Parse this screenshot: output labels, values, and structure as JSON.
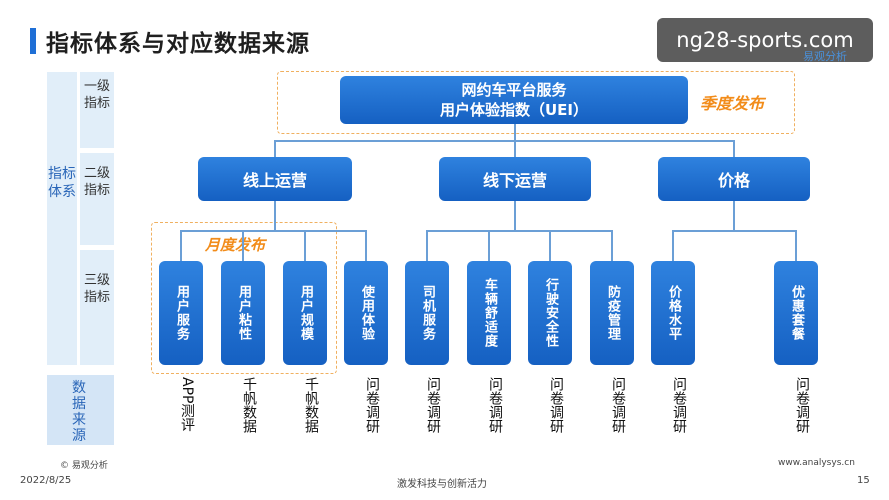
{
  "title": "指标体系与对应数据来源",
  "badge": "ng28-sports.com",
  "logo_sub": "易观分析",
  "sidebar": {
    "main": "指标体系",
    "level1": "一级指标",
    "level2": "二级指标",
    "level3": "三级指标",
    "data_source": "数据来源"
  },
  "quarterly": "季度发布",
  "monthly": "月度发布",
  "top": {
    "line1": "网约车平台服务",
    "line2": "用户体验指数（UEI）"
  },
  "level2": [
    "线上运营",
    "线下运营",
    "价格"
  ],
  "level3": [
    "用户服务",
    "用户粘性",
    "用户规模",
    "使用体验",
    "司机服务",
    "车辆舒适度",
    "行驶安全性",
    "防疫管理",
    "价格水平",
    "优惠套餐"
  ],
  "sources": [
    "APP测评",
    "千帆数据",
    "千帆数据",
    "问卷调研",
    "问卷调研",
    "问卷调研",
    "问卷调研",
    "问卷调研",
    "问卷调研",
    "问卷调研"
  ],
  "footer": {
    "copyright": "© 易观分析",
    "date": "2022/8/25",
    "slogan": "激发科技与创新活力",
    "website": "www.analysys.cn",
    "page": "15"
  }
}
